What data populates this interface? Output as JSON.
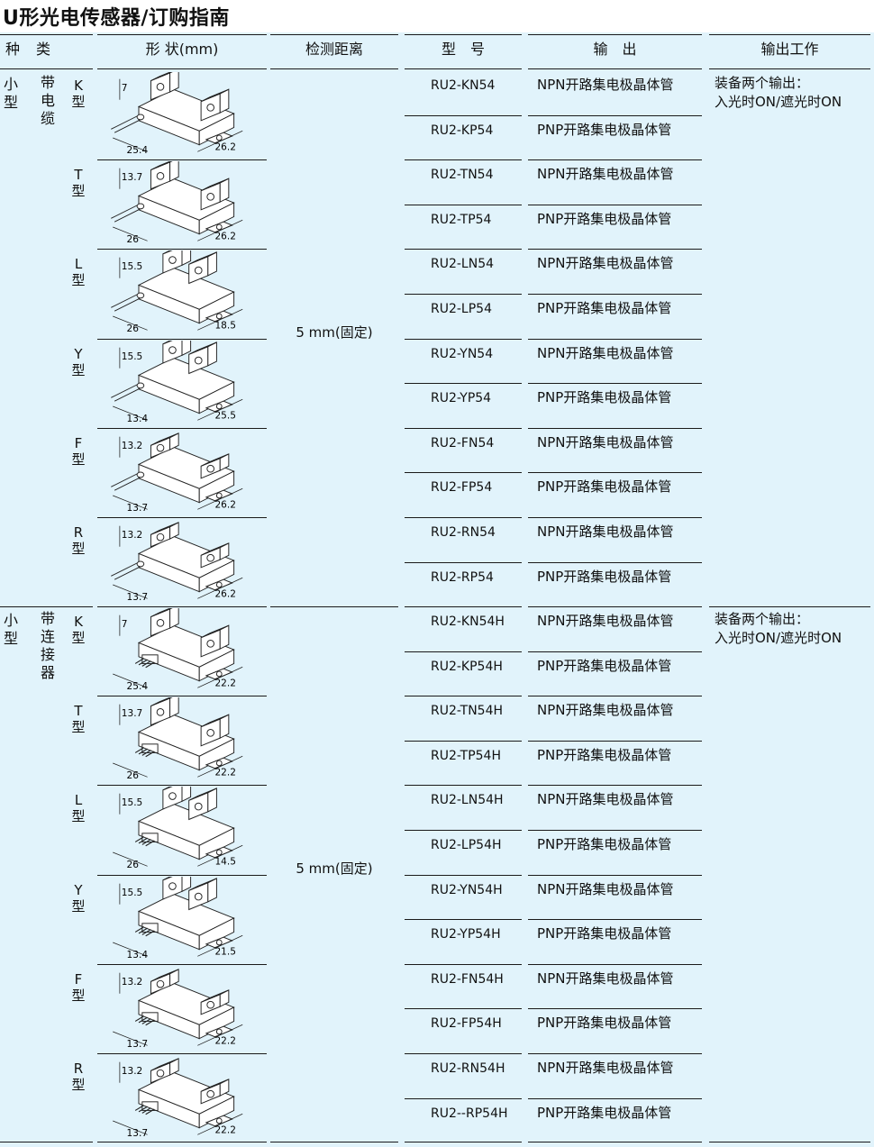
{
  "title": "U形光电传感器/订购指南",
  "headers": {
    "kind_1": "种",
    "kind_2": "类",
    "shape": "形 状(mm)",
    "distance": "检测距离",
    "model": "型　号",
    "output": "输　出",
    "work": "输出工作"
  },
  "groups": [
    {
      "kind_main": "小型",
      "kind_sub": "带电缆",
      "distance": "5 mm(固定)",
      "work_1": "装备两个输出：",
      "work_2": "入光时ON/遮光时ON",
      "types": [
        {
          "label": "K型",
          "dims": [
            "7",
            "25.4",
            "26.2"
          ]
        },
        {
          "label": "T型",
          "dims": [
            "13.7",
            "26",
            "26.2"
          ]
        },
        {
          "label": "L型",
          "dims": [
            "15.5",
            "26",
            "18.5"
          ]
        },
        {
          "label": "Y型",
          "dims": [
            "15.5",
            "13.4",
            "25.5"
          ]
        },
        {
          "label": "F型",
          "dims": [
            "13.2",
            "13.7",
            "26.2"
          ]
        },
        {
          "label": "R型",
          "dims": [
            "13.2",
            "13.7",
            "26.2"
          ]
        }
      ],
      "rows": [
        {
          "model": "RU2-KN54",
          "output": "NPN开路集电极晶体管"
        },
        {
          "model": "RU2-KP54",
          "output": "PNP开路集电极晶体管"
        },
        {
          "model": "RU2-TN54",
          "output": "NPN开路集电极晶体管"
        },
        {
          "model": "RU2-TP54",
          "output": "PNP开路集电极晶体管"
        },
        {
          "model": "RU2-LN54",
          "output": "NPN开路集电极晶体管"
        },
        {
          "model": "RU2-LP54",
          "output": "PNP开路集电极晶体管"
        },
        {
          "model": "RU2-YN54",
          "output": "NPN开路集电极晶体管"
        },
        {
          "model": "RU2-YP54",
          "output": "PNP开路集电极晶体管"
        },
        {
          "model": "RU2-FN54",
          "output": "NPN开路集电极晶体管"
        },
        {
          "model": "RU2-FP54",
          "output": "PNP开路集电极晶体管"
        },
        {
          "model": "RU2-RN54",
          "output": "NPN开路集电极晶体管"
        },
        {
          "model": "RU2-RP54",
          "output": "PNP开路集电极晶体管"
        }
      ]
    },
    {
      "kind_main": "小型",
      "kind_sub": "带连接器",
      "distance": "5 mm(固定)",
      "work_1": "装备两个输出：",
      "work_2": "入光时ON/遮光时ON",
      "types": [
        {
          "label": "K型",
          "dims": [
            "7",
            "25.4",
            "22.2"
          ]
        },
        {
          "label": "T型",
          "dims": [
            "13.7",
            "26",
            "22.2"
          ]
        },
        {
          "label": "L型",
          "dims": [
            "15.5",
            "26",
            "14.5"
          ]
        },
        {
          "label": "Y型",
          "dims": [
            "15.5",
            "13.4",
            "21.5"
          ]
        },
        {
          "label": "F型",
          "dims": [
            "13.2",
            "13.7",
            "22.2"
          ]
        },
        {
          "label": "R型",
          "dims": [
            "13.2",
            "13.7",
            "22.2"
          ]
        }
      ],
      "rows": [
        {
          "model": "RU2-KN54H",
          "output": "NPN开路集电极晶体管"
        },
        {
          "model": "RU2-KP54H",
          "output": "PNP开路集电极晶体管"
        },
        {
          "model": "RU2-TN54H",
          "output": "NPN开路集电极晶体管"
        },
        {
          "model": "RU2-TP54H",
          "output": "PNP开路集电极晶体管"
        },
        {
          "model": "RU2-LN54H",
          "output": "NPN开路集电极晶体管"
        },
        {
          "model": "RU2-LP54H",
          "output": "PNP开路集电极晶体管"
        },
        {
          "model": "RU2-YN54H",
          "output": "NPN开路集电极晶体管"
        },
        {
          "model": "RU2-YP54H",
          "output": "PNP开路集电极晶体管"
        },
        {
          "model": "RU2-FN54H",
          "output": "NPN开路集电极晶体管"
        },
        {
          "model": "RU2-FP54H",
          "output": "PNP开路集电极晶体管"
        },
        {
          "model": "RU2-RN54H",
          "output": "NPN开路集电极晶体管"
        },
        {
          "model": "RU2--RP54H",
          "output": "PNP开路集电极晶体管"
        }
      ]
    }
  ],
  "colors": {
    "background": "#e1f3fb",
    "rule": "#1a1a1a"
  }
}
